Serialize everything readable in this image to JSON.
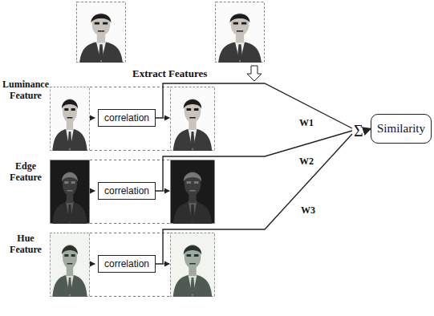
{
  "diagram": {
    "nodes": [
      {
        "text": [
          "correlation"
        ]
      },
      {
        "text": [
          "correlation"
        ]
      },
      {
        "text": [
          "correlation"
        ]
      },
      {
        "text": [
          "Σ"
        ]
      },
      {
        "text": [
          "Similarity"
        ]
      }
    ],
    "edges": [
      {
        "from": 0,
        "to": 3,
        "label": "W1",
        "arrow": "none"
      },
      {
        "from": 1,
        "to": 3,
        "label": "W2",
        "arrow": "none"
      },
      {
        "from": 2,
        "to": 3,
        "label": "W3",
        "arrow": "none"
      },
      {
        "from": 3,
        "to": 4,
        "arrow": "to"
      }
    ],
    "labels": [
      "Extract Features",
      "Luminance Feature",
      "Edge Feature",
      "Hue Feature"
    ]
  }
}
